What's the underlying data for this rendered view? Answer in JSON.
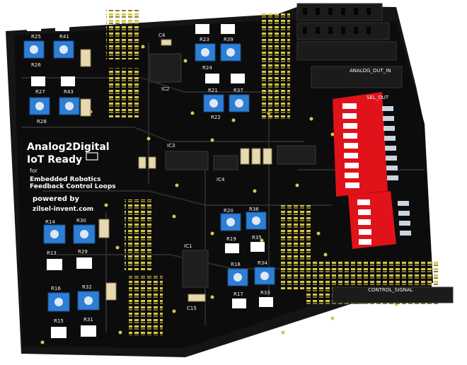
{
  "board": {
    "title_line1": "Analog2Digital",
    "title_line2": "IoT Ready",
    "for_text": "for",
    "purpose_line1": "Embedded Robotics",
    "purpose_line2": "Feedback Control Loops",
    "powered_by": "powered by",
    "website": "zilsel-invent.com",
    "connector_analog": "ANALOG_OUT_IN",
    "connector_control": "CONTROL_SIGNAL",
    "dip_label": "SEL_OUT"
  },
  "colors": {
    "pcb": "#101010",
    "pcb_edge": "#1c1c1c",
    "trim_pot": "#2d7fd6",
    "dip_switch": "#e0121a",
    "pin_gold": "#d8c64a",
    "silkscreen": "#f2f2f2",
    "header_black": "#1a1a1a"
  },
  "designators": {
    "r25": "R25",
    "r41": "R41",
    "r26": "R26",
    "r27": "R27",
    "r43": "R43",
    "r28": "R28",
    "r23": "R23",
    "r39": "R39",
    "r24": "R24",
    "r21": "R21",
    "r37": "R37",
    "r22": "R22",
    "r14": "R14",
    "r30": "R30",
    "r13": "R13",
    "r29": "R29",
    "r16": "R16",
    "r32": "R32",
    "r15": "R15",
    "r31": "R31",
    "r20": "R20",
    "r36": "R36",
    "r19": "R19",
    "r35": "R35",
    "r18": "R18",
    "r34": "R34",
    "r17": "R17",
    "r33": "R33",
    "c4": "C4",
    "c15": "C15",
    "ic1": "IC1",
    "ic2": "IC2",
    "ic3": "IC3",
    "ic4": "IC4"
  }
}
